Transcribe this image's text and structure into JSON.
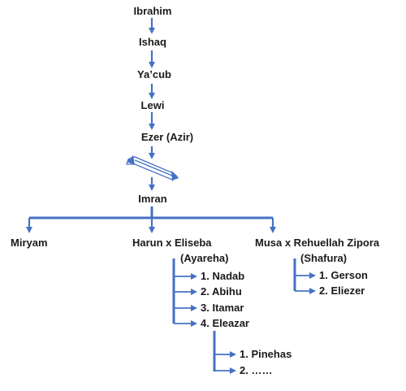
{
  "colors": {
    "line": "#4472C4",
    "text": "#1a1a1a"
  },
  "lineage": {
    "ibrahim": "Ibrahim",
    "ishaq": "Ishaq",
    "yacub": "Ya’cub",
    "lewi": "Lewi",
    "ezer": "Ezer (Azir)",
    "imran": "Imran"
  },
  "children": {
    "miryam": "Miryam",
    "harun": "Harun x Eliseba",
    "harun_sub": "(Ayareha)",
    "musa": "Musa x Rehuellah Zipora",
    "musa_sub": "(Shafura)"
  },
  "harun_children": [
    "1. Nadab",
    "2. Abihu",
    "3. Itamar",
    "4. Eleazar"
  ],
  "musa_children": [
    "1. Gerson",
    "2. Eliezer"
  ],
  "eleazar_children": [
    "1. Pinehas",
    "2. ……"
  ]
}
